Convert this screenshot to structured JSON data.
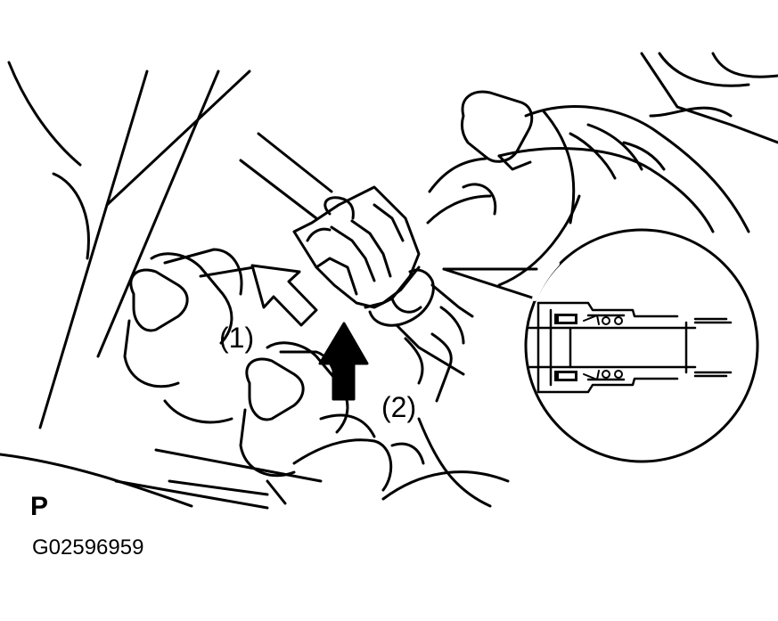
{
  "callouts": {
    "step_1": "(1)",
    "step_2": "(2)"
  },
  "view_marker": "P",
  "figure_id": "G02596959"
}
